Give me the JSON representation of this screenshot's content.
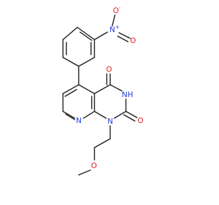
{
  "molecule": {
    "atoms": {
      "N_nitro": {
        "symbol": "N",
        "charge": "+"
      },
      "O_nitro_minus": {
        "symbol": "O",
        "charge": "-"
      },
      "O_nitro_double": {
        "symbol": "O",
        "charge": ""
      },
      "O_c4": {
        "symbol": "O",
        "charge": ""
      },
      "N3": {
        "symbol": "N",
        "charge": "",
        "hydrogen": "H"
      },
      "O_c2": {
        "symbol": "O",
        "charge": ""
      },
      "N8": {
        "symbol": "N",
        "charge": ""
      },
      "N1": {
        "symbol": "N",
        "charge": ""
      },
      "O_ether": {
        "symbol": "O",
        "charge": ""
      }
    },
    "colors": {
      "N": "#1f3bdb",
      "O": "#e32222",
      "bond": "#333333"
    }
  }
}
